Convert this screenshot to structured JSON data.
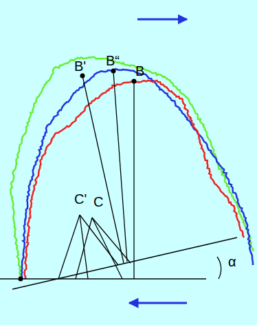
{
  "diagram": {
    "labels": [
      "B'",
      "B“",
      "B",
      "C'",
      "C",
      "α"
    ]
  }
}
